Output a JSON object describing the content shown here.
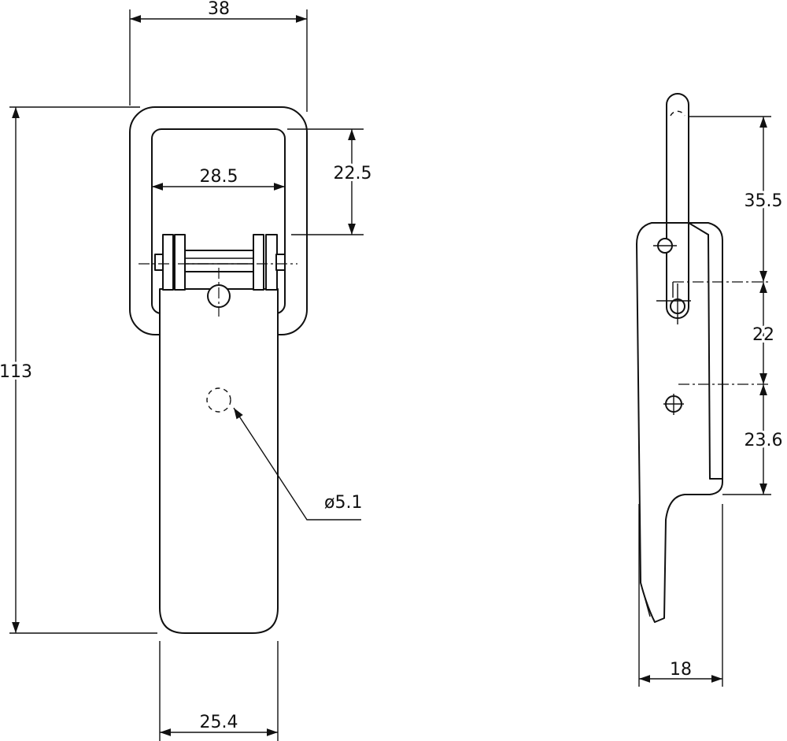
{
  "front_view": {
    "dimensions": {
      "overall_width": "38",
      "overall_height": "113",
      "loop_inner_width": "28.5",
      "loop_inner_height": "22.5",
      "mounting_hole": "ø5.1",
      "plate_width": "25.4"
    }
  },
  "side_view": {
    "dimensions": {
      "loop_extension": "35.5",
      "hole_spacing": "22",
      "bottom_offset": "23.6",
      "depth": "18"
    }
  },
  "colors": {
    "line": "#111111",
    "background": "#ffffff"
  }
}
